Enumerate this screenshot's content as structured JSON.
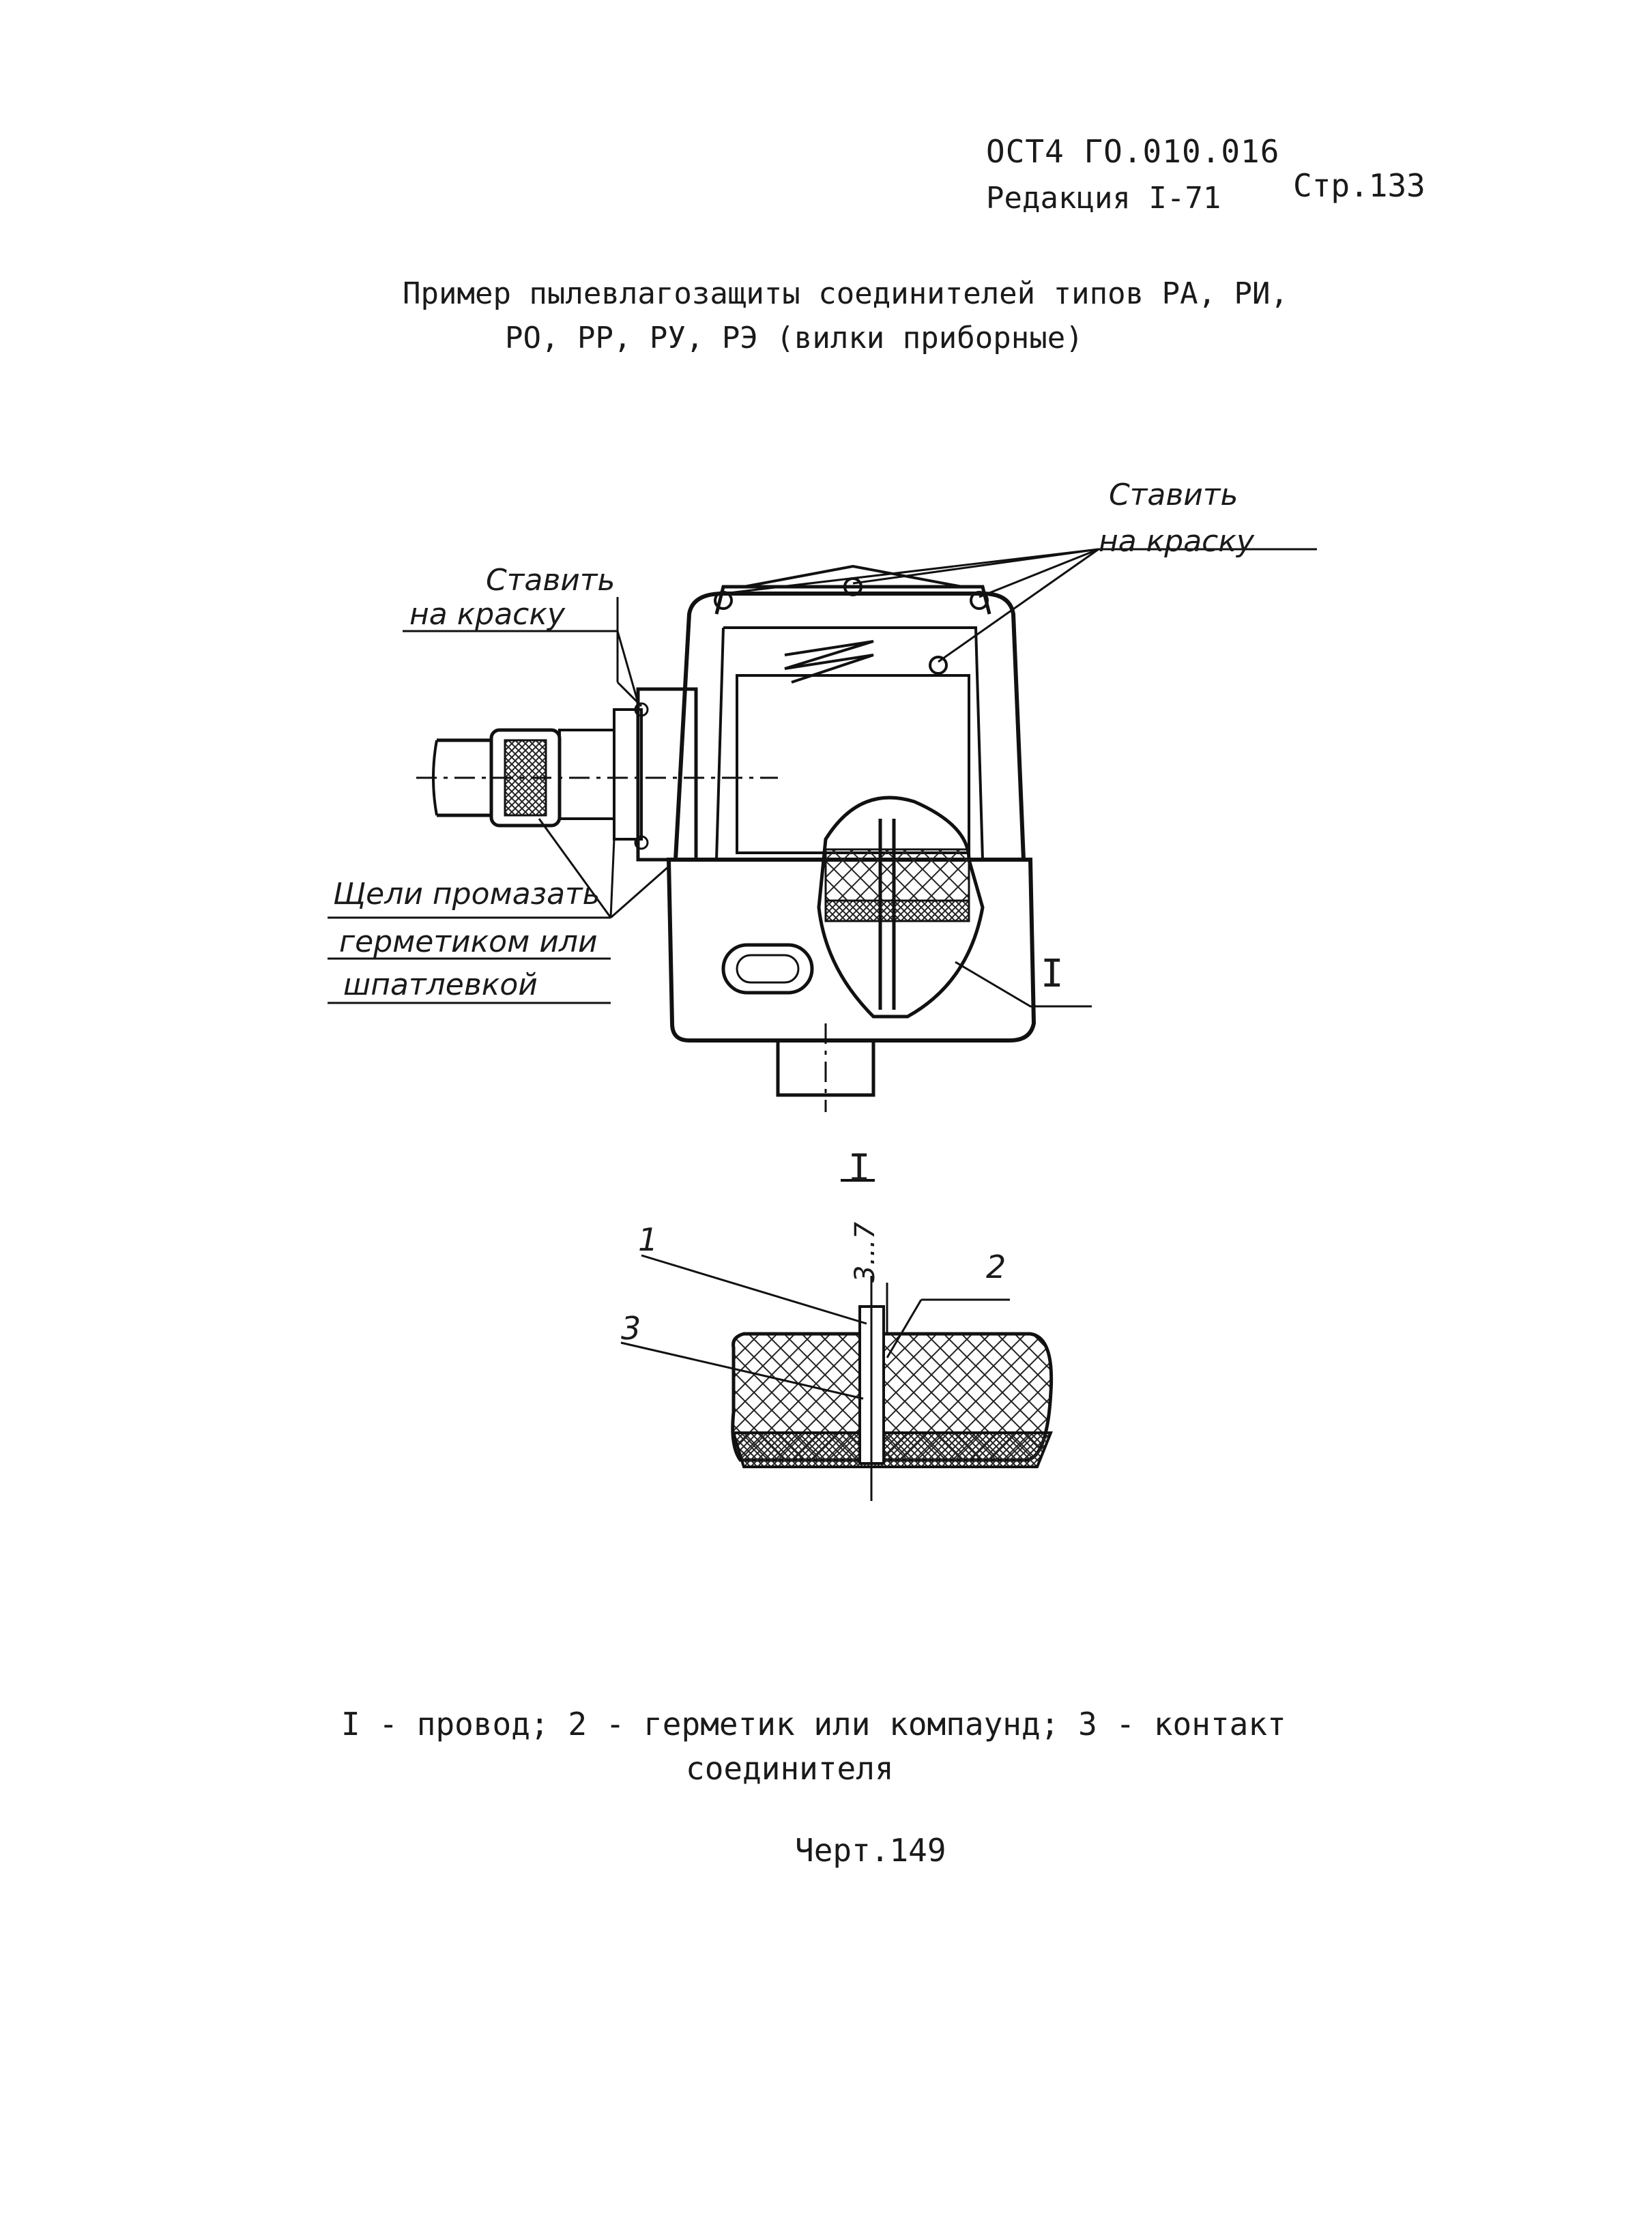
{
  "header": {
    "standard_code": "ОСТ4 ГО.010.016",
    "revision": "Редакция I-71",
    "page_number": "Стр.133"
  },
  "title": {
    "line1": "Пример пылевлагозащиты соединителей типов РА, РИ,",
    "line2": "РО, РР, РУ, РЭ (вилки приборные)"
  },
  "drawing": {
    "label_paint_right_line1": "Ставить",
    "label_paint_right_line2": "на краску",
    "label_paint_left_line1": "Ставить",
    "label_paint_left_line2": "на краску",
    "label_seal_line1": "Щели промазать",
    "label_seal_line2": "герметиком или",
    "label_seal_line3": "шпатлевкой",
    "view_marker": "I"
  },
  "detail": {
    "title": "I",
    "callout_1": "1",
    "callout_2": "2",
    "callout_3": "3",
    "dimension": "3...7"
  },
  "caption": {
    "line1": "I - провод; 2 - герметик или компаунд; 3 - контакт",
    "line2": "соединителя"
  },
  "drawing_number": "Черт.149"
}
